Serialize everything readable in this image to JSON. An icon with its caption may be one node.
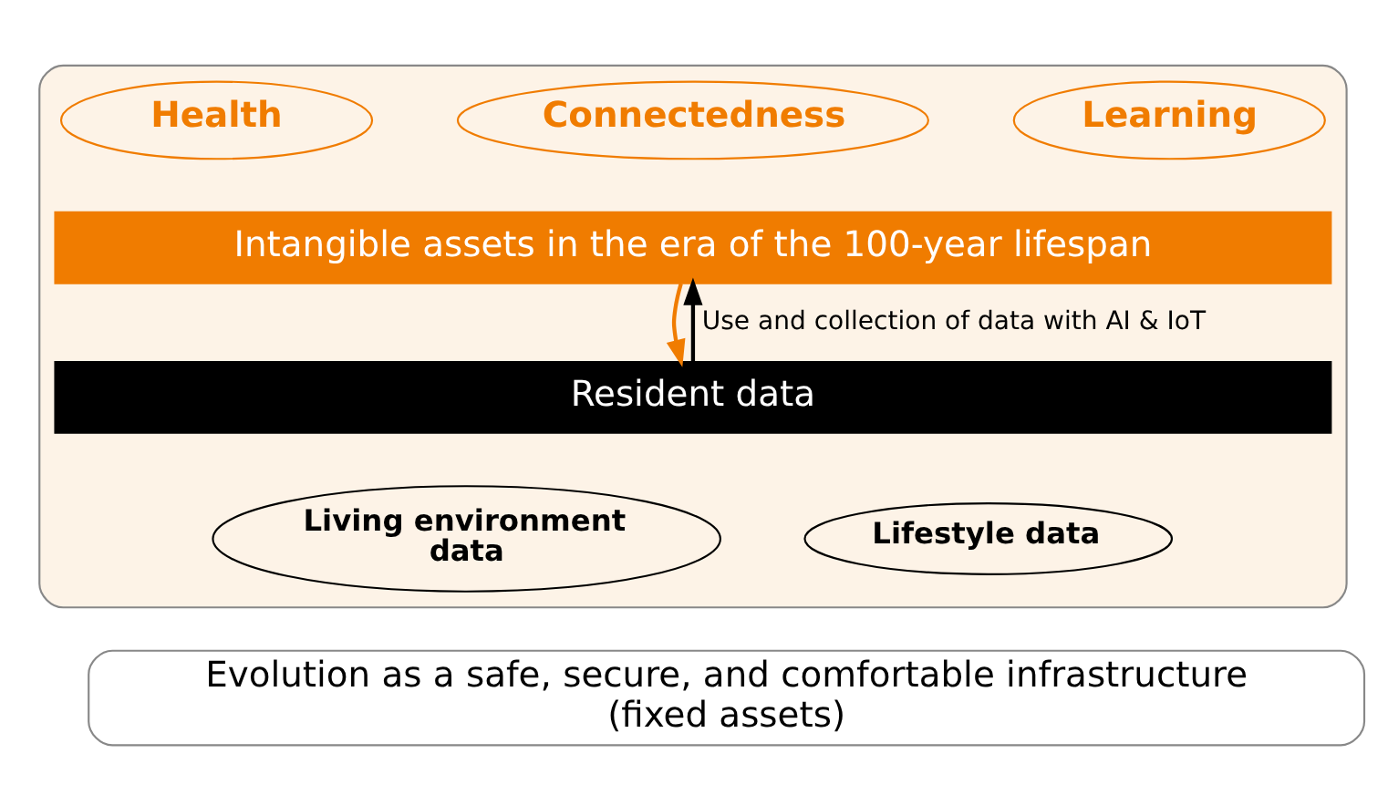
{
  "diagram": {
    "nodes": [
      {
        "text": [],
        "shape": "box"
      },
      {
        "text": [
          "Health"
        ],
        "in": 0
      },
      {
        "text": [
          "Connectedness"
        ],
        "in": 0
      },
      {
        "text": [
          "Learning"
        ],
        "in": 0
      },
      {
        "text": [
          "Intangible assets in the era of the 100-year lifespan"
        ],
        "in": 0
      },
      {
        "text": [
          "Resident data"
        ],
        "in": 0
      },
      {
        "text": [
          "Living environment data"
        ],
        "in": 0
      },
      {
        "text": [
          "Lifestyle data"
        ],
        "in": 0
      },
      {
        "text": [
          "Evolution as a safe, secure, and comfortable infrastructure (fixed assets)"
        ]
      }
    ],
    "edges": [
      {
        "from": 4,
        "to": 5,
        "arrow": "to",
        "color": "#f07c00"
      },
      {
        "from": 5,
        "to": 4,
        "arrow": "to",
        "color": "#000000",
        "label": "Use and collection of data with AI & IoT"
      }
    ]
  }
}
